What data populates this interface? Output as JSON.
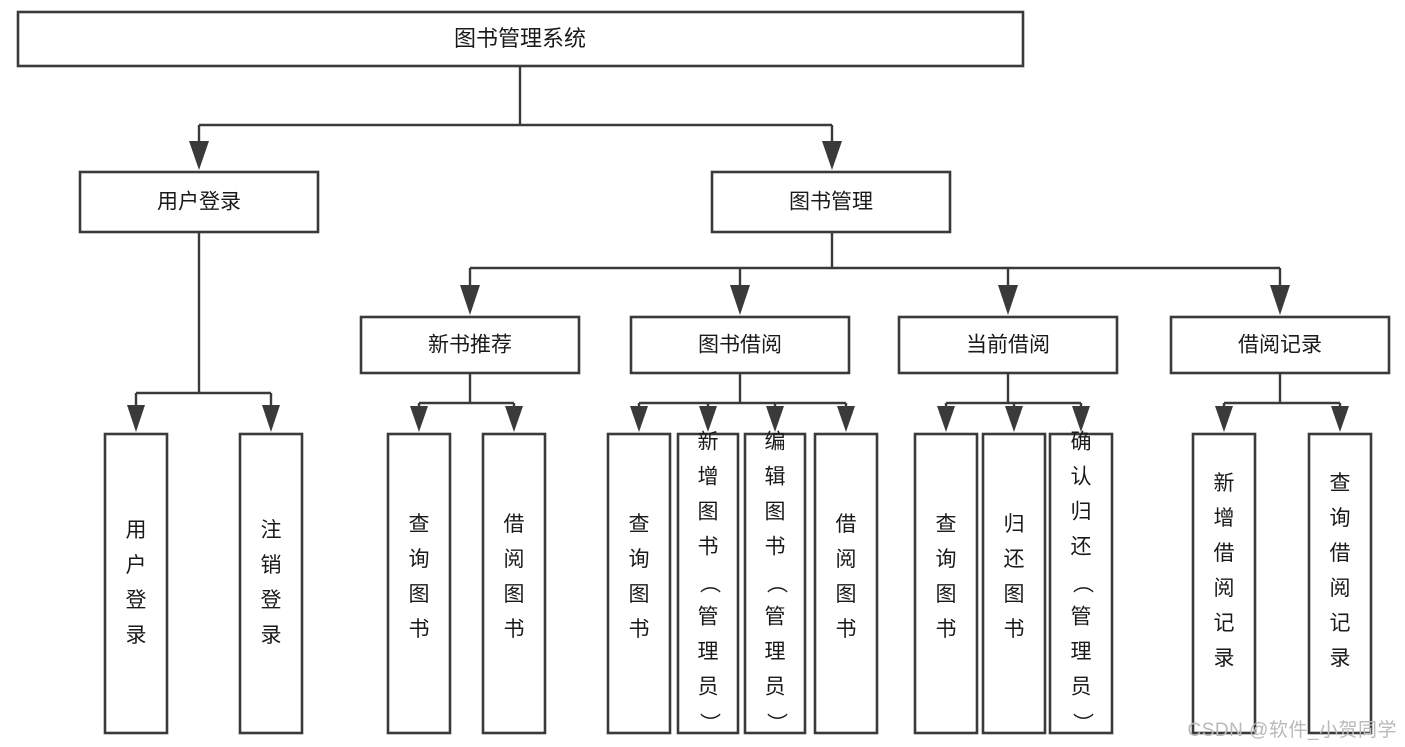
{
  "diagram": {
    "type": "tree-hierarchy",
    "orientation": "top-down",
    "title": "图书管理系统",
    "watermark": "CSDN @软件_小贺同学",
    "colors": {
      "stroke": "#3a3a3a",
      "fill": "#ffffff",
      "text": "#1a1a1a",
      "watermark": "#b9b9b9",
      "background": "#ffffff"
    },
    "root": {
      "label": "图书管理系统"
    },
    "level1": [
      {
        "label": "用户登录"
      },
      {
        "label": "图书管理"
      }
    ],
    "level2": [
      {
        "label": "新书推荐"
      },
      {
        "label": "图书借阅"
      },
      {
        "label": "当前借阅"
      },
      {
        "label": "借阅记录"
      }
    ],
    "leaves": {
      "user_login": [
        {
          "label": "用户登录"
        },
        {
          "label": "注销登录"
        }
      ],
      "new_book_recommend": [
        {
          "label": "查询图书"
        },
        {
          "label": "借阅图书"
        }
      ],
      "book_borrow": [
        {
          "label": "查询图书"
        },
        {
          "label": "新增图书（管理员）"
        },
        {
          "label": "编辑图书（管理员）"
        },
        {
          "label": "借阅图书"
        }
      ],
      "current_borrow": [
        {
          "label": "查询图书"
        },
        {
          "label": "归还图书"
        },
        {
          "label": "确认归还（管理员）"
        }
      ],
      "borrow_record": [
        {
          "label": "新增借阅记录"
        },
        {
          "label": "查询借阅记录"
        }
      ]
    }
  }
}
